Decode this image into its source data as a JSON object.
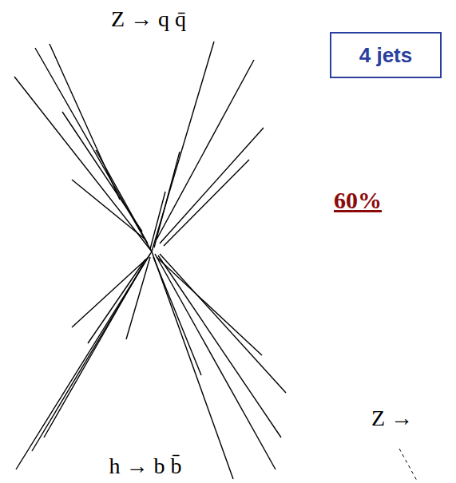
{
  "diagram": {
    "nodes": [
      {
        "text": [
          "4 jets"
        ]
      }
    ],
    "labels": [
      "Z → q q̄",
      "60%",
      "Z →",
      "h → b b̄"
    ]
  }
}
